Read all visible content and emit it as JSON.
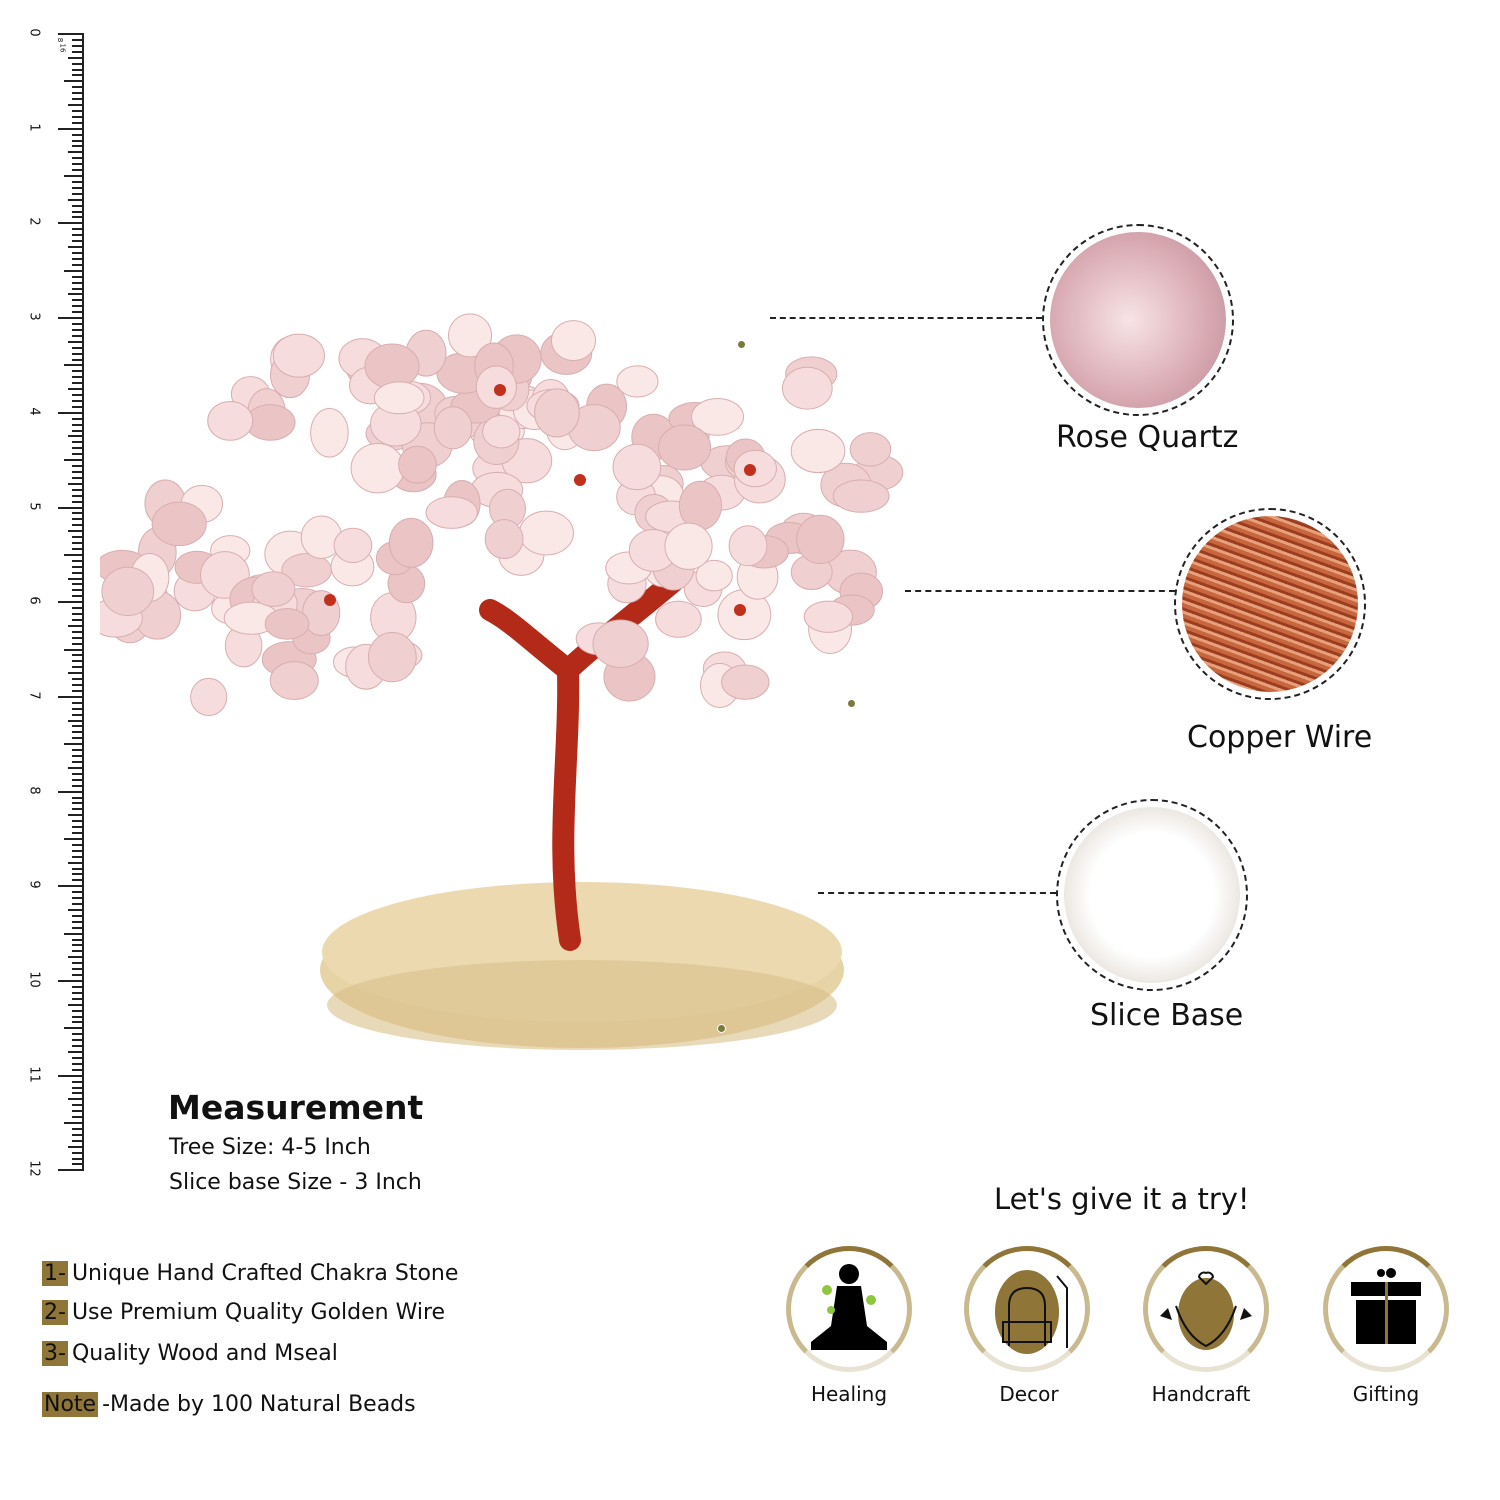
{
  "ruler": {
    "numbers": [
      "0",
      "1",
      "2",
      "3",
      "4",
      "5",
      "6",
      "7",
      "8",
      "9",
      "10",
      "11",
      "12"
    ],
    "fraction_labels": [
      "8",
      "16"
    ]
  },
  "callouts": [
    {
      "label": "Rose Quartz"
    },
    {
      "label": "Copper Wire"
    },
    {
      "label": "Slice Base"
    }
  ],
  "measurement": {
    "title": "Measurement",
    "tree_size": "Tree Size: 4-5 Inch",
    "base_size": "Slice base Size - 3 Inch"
  },
  "features": [
    {
      "num": "1-",
      "text": "Unique Hand Crafted Chakra Stone"
    },
    {
      "num": "2-",
      "text": "Use Premium Quality Golden Wire"
    },
    {
      "num": "3-",
      "text": "Quality Wood and Mseal"
    }
  ],
  "note": {
    "label": "Note",
    "text": "-Made by 100 Natural Beads"
  },
  "cta": "Let's give it a try!",
  "badges": [
    {
      "label": "Healing",
      "icon": "meditation-icon"
    },
    {
      "label": "Decor",
      "icon": "armchair-icon"
    },
    {
      "label": "Handcraft",
      "icon": "hands-heart-icon"
    },
    {
      "label": "Gifting",
      "icon": "gift-icon"
    }
  ],
  "colors": {
    "gold": "#8f7538",
    "copper": "#c0301c",
    "quartz": "#f3d6d6"
  }
}
